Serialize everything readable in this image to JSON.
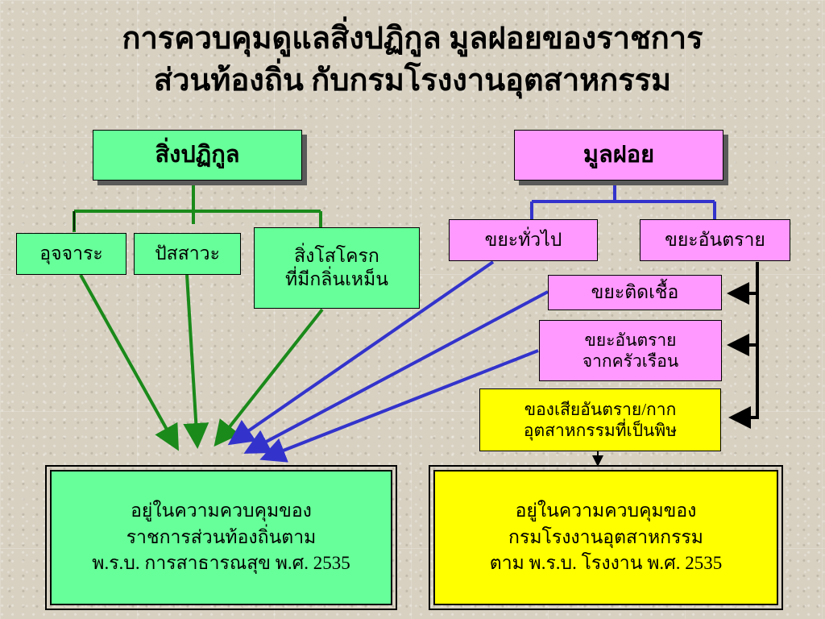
{
  "title": {
    "line1": "การควบคุมดูแลสิ่งปฏิกูล มูลฝอยของราชการ",
    "line2": "ส่วนท้องถิ่น กับกรมโรงงานอุตสาหกรรม"
  },
  "colors": {
    "green_box": "#66ff99",
    "pink_box": "#ff99ff",
    "yellow_box": "#ffff00",
    "green_line": "#1a8a1a",
    "blue_line": "#3333cc",
    "black_line": "#000000"
  },
  "left_branch": {
    "header": "สิ่งปฏิกูล",
    "items": [
      "อุจจาระ",
      "ปัสสาวะ",
      "สิ่งโสโครก\nที่มีกลิ่นเหม็น"
    ]
  },
  "right_branch": {
    "header": "มูลฝอย",
    "general": "ขยะทั่วไป",
    "hazardous": "ขยะอันตราย",
    "infectious": "ขยะติดเชื้อ",
    "household_hazardous": "ขยะอันตราย\nจากครัวเรือน",
    "industrial_toxic": "ของเสียอันตราย/กาก\nอุตสาหกรรมที่เป็นพิษ"
  },
  "outcomes": {
    "local_gov": {
      "line1": "อยู่ในความควบคุมของ",
      "line2": "ราชการส่วนท้องถิ่นตาม",
      "line3": "พ.ร.บ. การสาธารณสุข พ.ศ. 2535"
    },
    "industry_dept": {
      "line1": "อยู่ในความควบคุมของ",
      "line2": "กรมโรงงานอุตสาหกรรม",
      "line3": "ตาม พ.ร.บ. โรงงาน พ.ศ. 2535"
    }
  }
}
